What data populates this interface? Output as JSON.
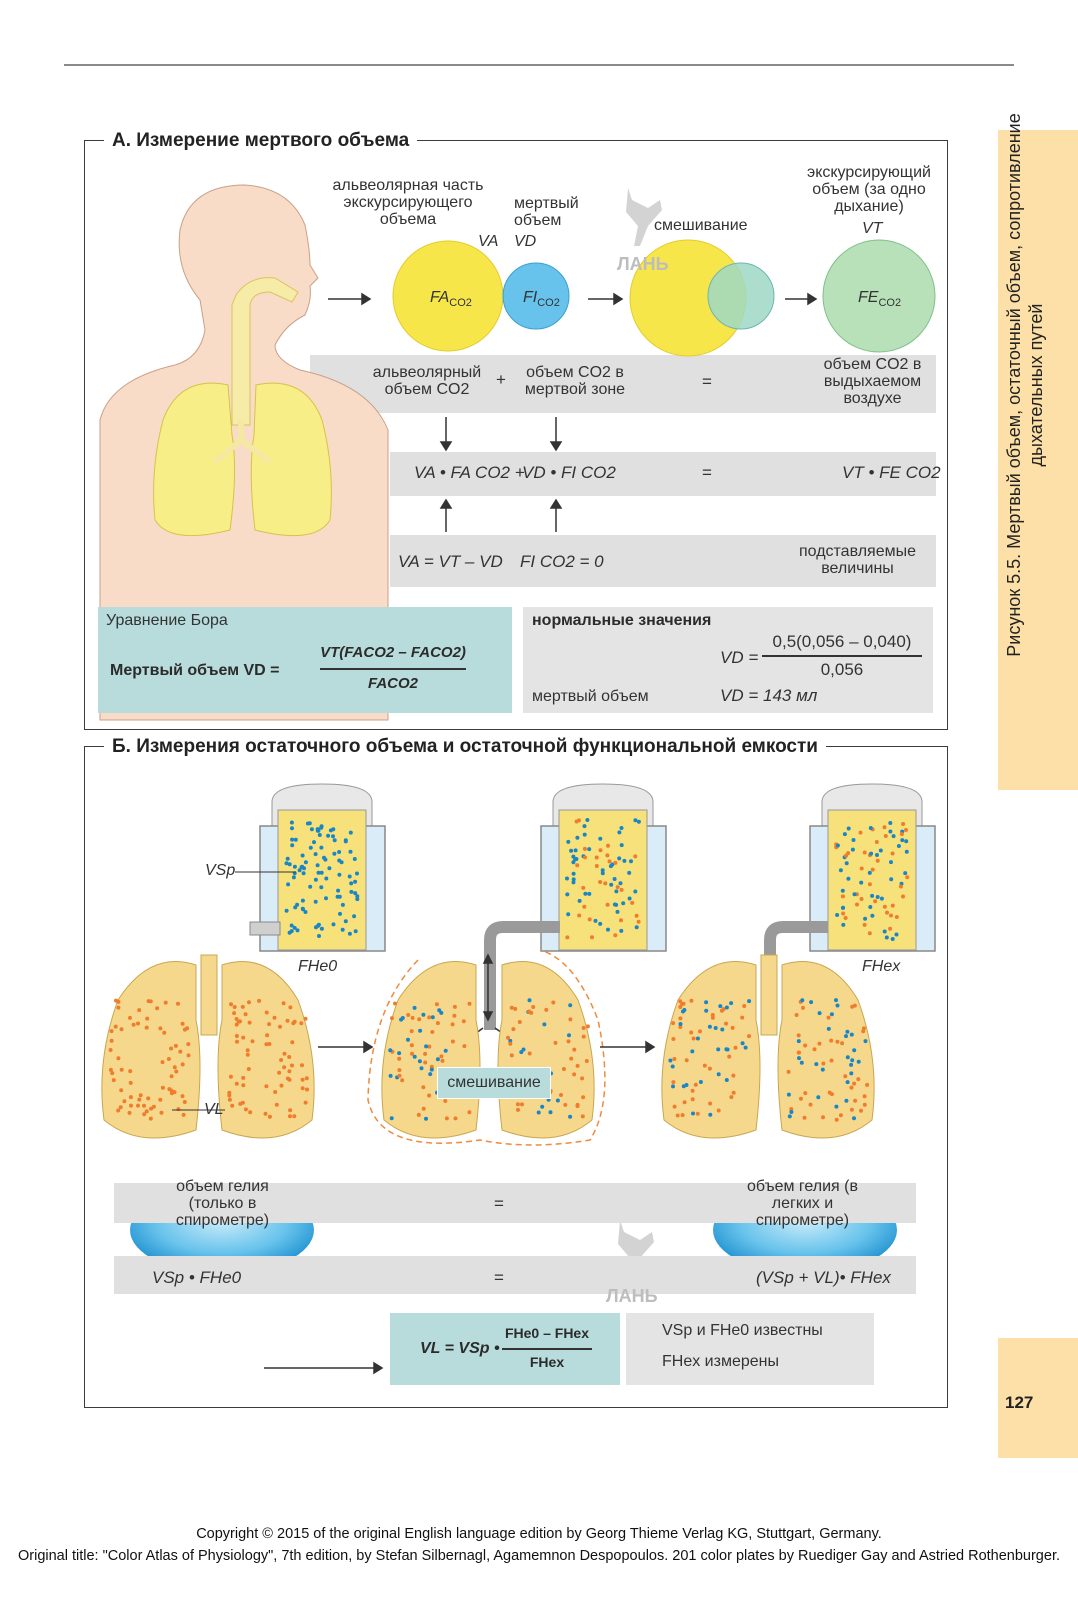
{
  "panel_a": {
    "title": "А. Измерение  мертвого  объема",
    "alveolar_label": "альвеолярная часть экскурсирующего объема",
    "alveolar_symbol": "VA",
    "dead_label": "мертвый объем",
    "dead_symbol": "VD",
    "mixing_label": "смешивание",
    "tidal_label": "экскурсирующий объем (за одно дыхание)",
    "tidal_symbol": "VT",
    "circle_alv": "FA",
    "circle_dead": "FI",
    "circle_tidal": "FE",
    "co2_sub": "CO2",
    "row1_left": "альвеолярный объем CO2",
    "row1_plus": "+",
    "row1_mid": "объем CO2 в мертвой  зоне",
    "row1_eq": "=",
    "row1_right": "объем CO2 в выдыхаемом воздухе",
    "row2_left": "VA • FA CO2 +",
    "row2_mid": "VD • FI CO2",
    "row2_eq": "=",
    "row2_right": "VT • FE CO2",
    "row3_left": "VA = VT – VD",
    "row3_mid": "FI CO2 = 0",
    "row3_right": "подставляемые величины",
    "bohr_title": "Уравнение Бора",
    "bohr_label": "Мертвый  объем  VD  =",
    "bohr_num": "VT(FACO2 – FACO2)",
    "bohr_den": "FACO2",
    "normal_title": "нормальные значения",
    "normal_vd": "VD =",
    "normal_num": "0,5(0,056 – 0,040)",
    "normal_den": "0,056",
    "dead_vol_label": "мертвый  объем",
    "dead_vol_value": "VD = 143 мл"
  },
  "panel_b": {
    "title": "Б. Измерения остаточного объема и остаточной функциональной емкости",
    "vsp_label": "VSp",
    "fhe0_label": "FHe0",
    "fhex_label": "FHex",
    "vl_label": "VL",
    "mixing_label": "смешивание",
    "helium_left": "объем гелия (только в спирометре)",
    "helium_eq": "=",
    "helium_right": "объем гелия (в легких и спирометре)",
    "eq_left": "VSp • FHe0",
    "eq_mid": "=",
    "eq_right": "(VSp + VL)• FHex",
    "formula": "VL = VSp •",
    "formula_num": "FHe0 – FHex",
    "formula_den": "FHex",
    "known": "VSp  и  FHe0  известны",
    "measured": "FHex  измерены"
  },
  "side_title": "Рисунок 5.5. Мертвый объем, остаточный объем, сопротивление дыхательных путей",
  "page_number": "127",
  "watermark": "ЛАНЬ",
  "footer_line1": "Copyright © 2015 of the original English language edition by Georg Thieme Verlag KG, Stuttgart, Germany.",
  "footer_line2": "Original title: \"Color Atlas of Physiology\", 7th edition, by Stefan Silbernagl, Agamemnon Despopoulos. 201 color plates by Ruediger Gay and Astried Rothenburger.",
  "colors": {
    "yellow": "#f7e64a",
    "blue": "#68c3ec",
    "green": "#b8e1b9",
    "skin": "#f8dcc7",
    "teal": "#b8dcdc",
    "gray": "#e0e0e0",
    "tab": "#fde0a7",
    "dot_orange": "#f07c2e",
    "dot_blue": "#1a86c6"
  }
}
